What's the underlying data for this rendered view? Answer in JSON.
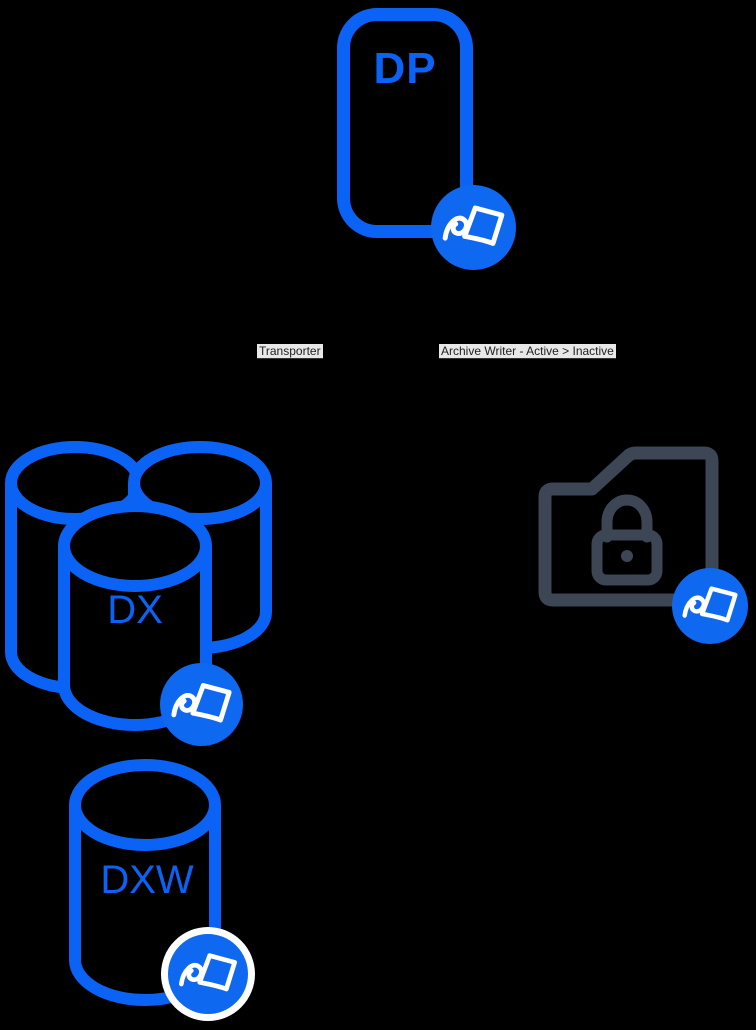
{
  "diagram": {
    "nodes": {
      "dp": {
        "label": "DP"
      },
      "dx": {
        "label": "DX"
      },
      "dxw": {
        "label": "DXW"
      }
    },
    "edge_labels": {
      "transporter": "Transporter",
      "archive_writer": "Archive Writer - Active > Inactive"
    },
    "icons": {
      "badge": "wave-logo-icon",
      "archive": "locked-folder-icon",
      "dx_cluster": "database-cluster-icon",
      "dxw": "database-cylinder-icon",
      "dp": "device-outline-icon"
    }
  },
  "colors": {
    "background": "#000000",
    "shape-blue": "#0b63f6",
    "badge-blue": "#0f68f0",
    "folder-gray": "#3d4655",
    "label-bg": "#e8e8e8",
    "label-text": "#1f1f1f",
    "badge-ring": "#ffffff"
  }
}
